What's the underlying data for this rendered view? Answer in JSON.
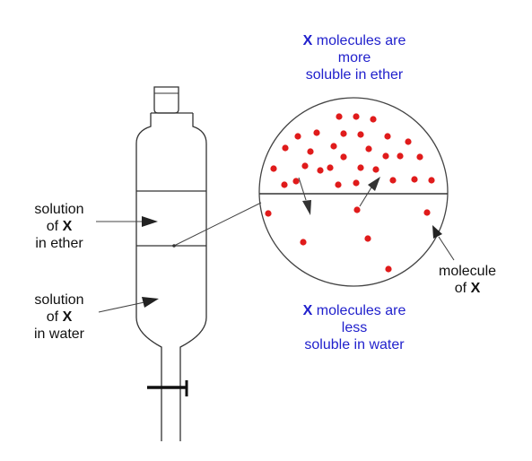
{
  "top_caption": {
    "x": "X",
    "rest": " molecules are",
    "line2": "more",
    "line3": "soluble in ether"
  },
  "bottom_caption": {
    "x": "X",
    "rest": " molecules are",
    "line2": "less",
    "line3": "soluble in water"
  },
  "ether_label": {
    "line1": "solution",
    "line2_prefix": "of ",
    "line2_x": "X",
    "line3": "in ether"
  },
  "water_label": {
    "line1": "solution",
    "line2_prefix": "of ",
    "line2_x": "X",
    "line3": "in water"
  },
  "molecule_label": {
    "line1": "molecule",
    "line2_prefix": "of ",
    "line2_x": "X"
  },
  "colors": {
    "caption": "#1f1fcc",
    "molecule": "#e01b1b",
    "line": "#333333",
    "arrow": "#4a4a4a"
  }
}
